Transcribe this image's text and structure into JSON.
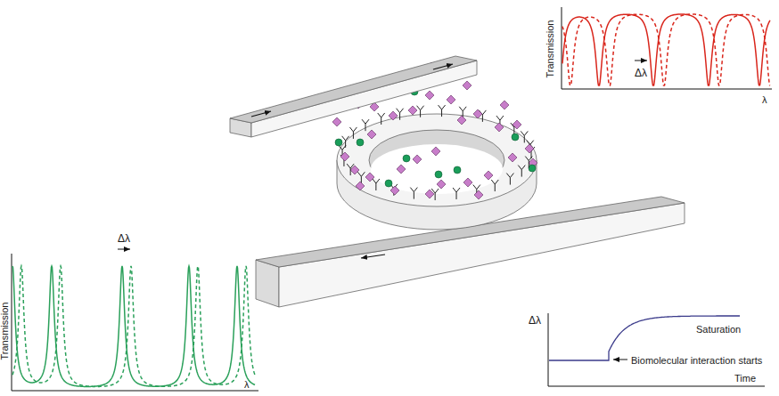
{
  "diagram": {
    "labels": [
      "Transmission",
      "Δλ",
      "λ",
      "Δλ",
      "Transmission",
      "λ",
      "Δλ",
      "Saturation",
      "Biomolecular interaction starts",
      "Time"
    ]
  }
}
